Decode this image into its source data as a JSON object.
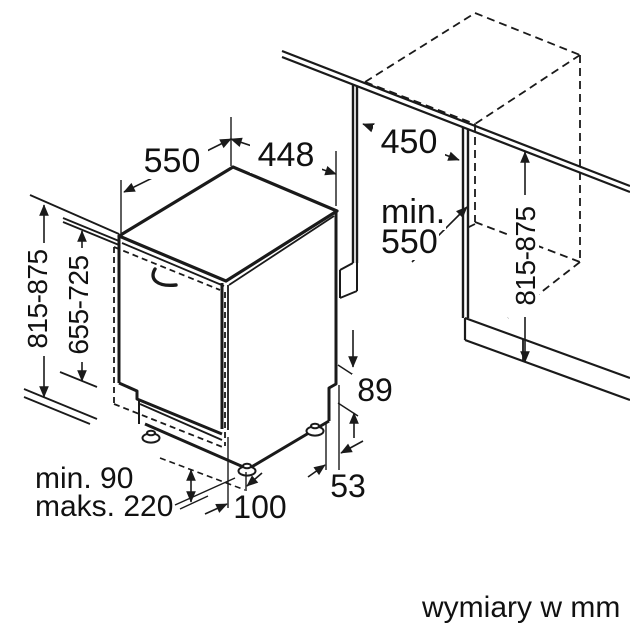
{
  "diagram": {
    "kind": "appliance-installation-drawing",
    "units_note": "wymiary w mm",
    "dimensions": {
      "top_depth": "550",
      "top_width": "448",
      "niche_width": "450",
      "niche_depth_prefix": "min.",
      "niche_depth_value": "550",
      "appliance_height": "815-875",
      "door_panel_height": "655-725",
      "niche_height": "815-875",
      "base_back_height": "89",
      "base_side_inset": "53",
      "plinth_recess_depth": "100",
      "plinth_min": "min. 90",
      "plinth_max": "maks. 220"
    }
  }
}
